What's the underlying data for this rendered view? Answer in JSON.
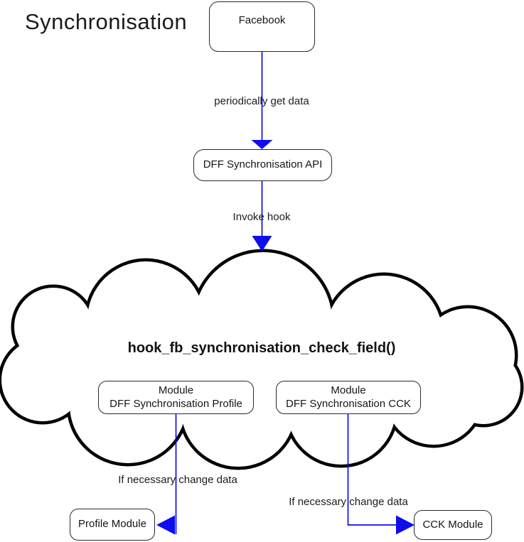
{
  "title": "Synchronisation",
  "colors": {
    "connector": "#0d0dee",
    "outline": "#000000"
  },
  "nodes": {
    "facebook": {
      "label": "Facebook"
    },
    "api": {
      "label": "DFF Synchronisation API"
    },
    "cloud_function": {
      "label": "hook_fb_synchronisation_check_field()"
    },
    "module_profile": {
      "line1": "Module",
      "line2": "DFF Synchronisation Profile"
    },
    "module_cck": {
      "line1": "Module",
      "line2": "DFF Synchronisation CCK"
    },
    "profile_module": {
      "label": "Profile Module"
    },
    "cck_module": {
      "label": "CCK Module"
    }
  },
  "edges": {
    "fb_to_api": {
      "label": "periodically get data"
    },
    "api_to_hook": {
      "label": "Invoke hook"
    },
    "profile_change": {
      "label": "If necessary change data"
    },
    "cck_change": {
      "label": "If necessary change data"
    }
  }
}
